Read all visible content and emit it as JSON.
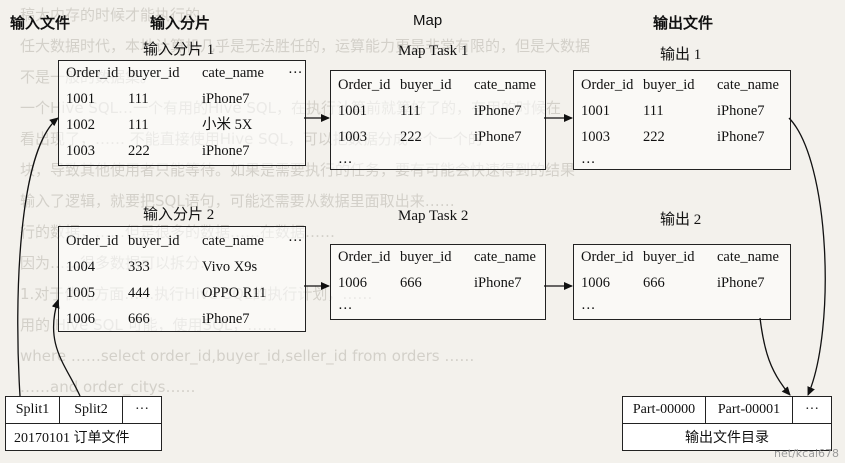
{
  "background_lines": [
    "稿大内存的时候才能执行的。",
    "    任大数据时代，本地计算机几乎是无法胜任的，运算能力更是非常有限的，但是大数据",
    "不是一般的数据集。",
    "    一个Hive SQL…一个有用的Hive SQL，在执行计算前就算好了的，有用的时候在",
    "看出现了，…… 不能直接使用Hive SQL，可以把数据分成一个一个的",
    "块，导致其他使用者只能等待。如果是需要执行的任务，要有可能会快速得到的结果",
    "  输入了逻辑，就要把SQL语句，可能还需要从数据里面取出来……",
    "行的数据，……但是很多的数据……在数据……",
    "因为……很多数据可以拆分……",
    "  1.对于优化方面……执行Hive SQL的执行计划，……",
    "用的 Hive SQL 可能，使用SQL，……",
    "",
    "    where ……select order_id,buyer_id,seller_id from orders ……",
    "  ……and order_citys……"
  ],
  "columns": {
    "input_file": "输入文件",
    "input_split": "输入分片",
    "map": "Map",
    "output_file": "输出文件"
  },
  "split1": {
    "title": "输入分片 1",
    "rows": [
      [
        "Order_id",
        "buyer_id",
        "cate_name",
        "···"
      ],
      [
        "1001",
        "111",
        "iPhone7",
        ""
      ],
      [
        "1002",
        "111",
        "小米 5X",
        ""
      ],
      [
        "1003",
        "222",
        "iPhone7",
        ""
      ]
    ]
  },
  "split2": {
    "title": "输入分片 2",
    "rows": [
      [
        "Order_id",
        "buyer_id",
        "cate_name",
        "···"
      ],
      [
        "1004",
        "333",
        "Vivo X9s",
        ""
      ],
      [
        "1005",
        "444",
        "OPPO R11",
        ""
      ],
      [
        "1006",
        "666",
        "iPhone7",
        ""
      ]
    ]
  },
  "map1": {
    "title": "Map Task 1",
    "rows": [
      [
        "Order_id",
        "buyer_id",
        "cate_name",
        ""
      ],
      [
        "1001",
        "111",
        "iPhone7",
        ""
      ],
      [
        "1003",
        "222",
        "iPhone7",
        ""
      ],
      [
        "···",
        "",
        "",
        ""
      ]
    ]
  },
  "map2": {
    "title": "Map Task 2",
    "rows": [
      [
        "Order_id",
        "buyer_id",
        "cate_name",
        ""
      ],
      [
        "1006",
        "666",
        "iPhone7",
        ""
      ],
      [
        "···",
        "",
        "",
        ""
      ]
    ]
  },
  "out1": {
    "title": "输出 1",
    "rows": [
      [
        "Order_id",
        "buyer_id",
        "cate_name",
        ""
      ],
      [
        "1001",
        "111",
        "iPhone7",
        ""
      ],
      [
        "1003",
        "222",
        "iPhone7",
        ""
      ],
      [
        "···",
        "",
        "",
        ""
      ]
    ]
  },
  "out2": {
    "title": "输出 2",
    "rows": [
      [
        "Order_id",
        "buyer_id",
        "cate_name",
        ""
      ],
      [
        "1006",
        "666",
        "iPhone7",
        ""
      ],
      [
        "···",
        "",
        "",
        ""
      ]
    ]
  },
  "input_file": {
    "cells": [
      "Split1",
      "Split2",
      "···"
    ],
    "label": "20170101 订单文件"
  },
  "output_dir": {
    "cells": [
      "Part-00000",
      "Part-00001",
      "···"
    ],
    "label": "输出文件目录"
  },
  "watermark": "net/kcai678"
}
